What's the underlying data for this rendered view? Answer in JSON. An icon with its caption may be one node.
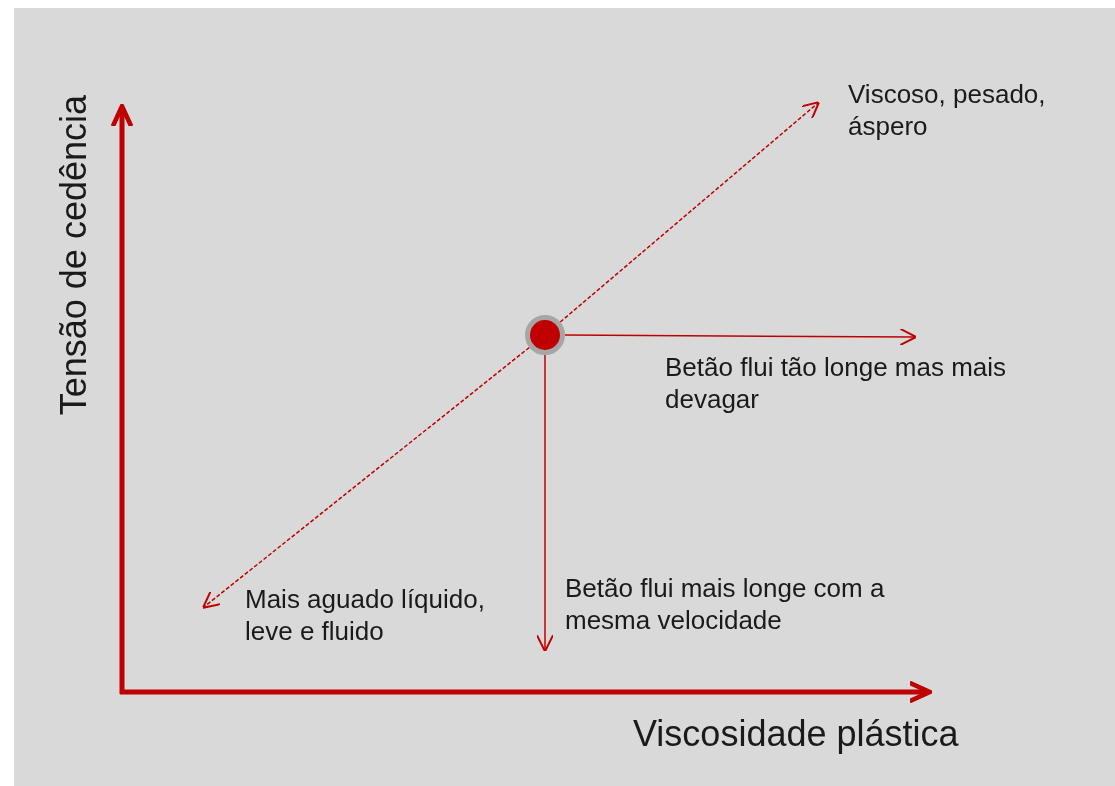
{
  "diagram": {
    "nodes": [
      {
        "text": [],
        "shape": "circle"
      },
      {
        "text": [
          "Viscoso, pesado, áspero"
        ]
      },
      {
        "text": [
          "Betão flui tão longe mas mais devagar"
        ]
      },
      {
        "text": [
          "Mais aguado líquido, leve e fluido"
        ]
      },
      {
        "text": [
          "Betão flui mais longe com a mesma velocidade"
        ]
      }
    ],
    "edges": [
      {
        "from": 0,
        "to": 1,
        "arrow": "to",
        "style": "dashed"
      },
      {
        "from": 0,
        "to": 2,
        "arrow": "to"
      },
      {
        "from": 0,
        "to": 3,
        "arrow": "to",
        "style": "dashed"
      },
      {
        "from": 0,
        "to": 4,
        "arrow": "to"
      }
    ],
    "labels": [
      "Tensão de cedência",
      "Viscosidade plástica"
    ]
  }
}
